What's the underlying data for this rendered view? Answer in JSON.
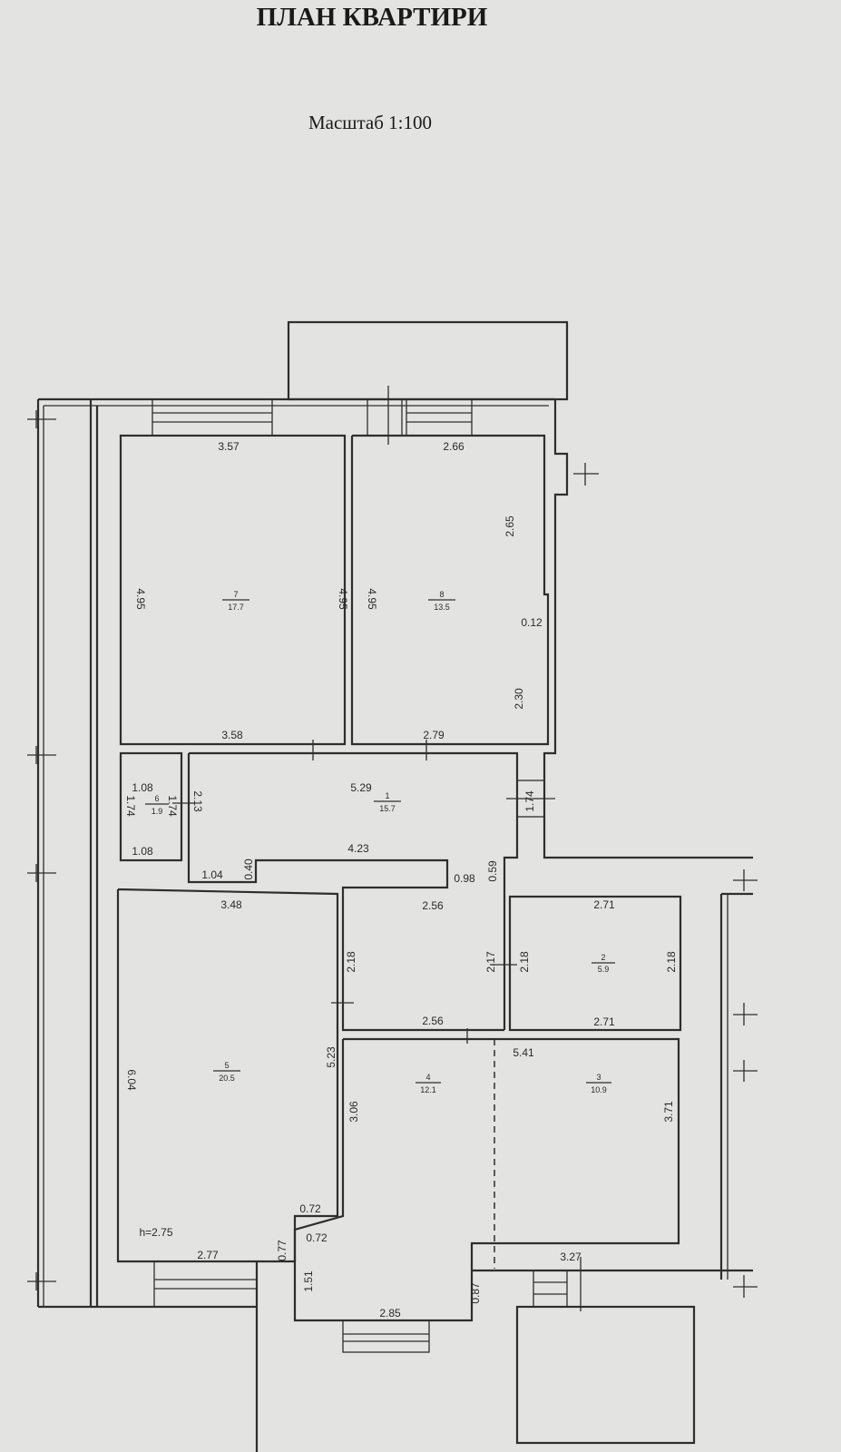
{
  "header": {
    "title": "ПЛАН КВАРТИРИ",
    "scale": "Масштаб 1:100"
  },
  "rooms": [
    {
      "number": "7",
      "area": "17.7"
    },
    {
      "number": "8",
      "area": "13.5"
    },
    {
      "number": "6",
      "area": "1.9"
    },
    {
      "number": "1",
      "area": "15.7"
    },
    {
      "number": "2",
      "area": "5.9"
    },
    {
      "number": "5",
      "area": "20.5"
    },
    {
      "number": "4",
      "area": "12.1"
    },
    {
      "number": "3",
      "area": "10.9"
    }
  ],
  "ceiling_height": "h=2.75",
  "dims": [
    "3.57",
    "2.66",
    "4.95",
    "4.95",
    "4.95",
    "2.65",
    "0.12",
    "2.30",
    "3.58",
    "2.79",
    "5.29",
    "1.08",
    "1.74",
    "1.74",
    "2.13",
    "1.08",
    "1.74",
    "4.23",
    "1.04",
    "0.40",
    "0.98",
    "0.59",
    "3.48",
    "2.56",
    "2.71",
    "2.18",
    "2.17",
    "2.18",
    "2.18",
    "2.56",
    "2.71",
    "5.41",
    "5.23",
    "6.04",
    "3.06",
    "3.71",
    "0.72",
    "0.72",
    "0.77",
    "2.77",
    "1.51",
    "3.27",
    "0.87",
    "2.85"
  ]
}
